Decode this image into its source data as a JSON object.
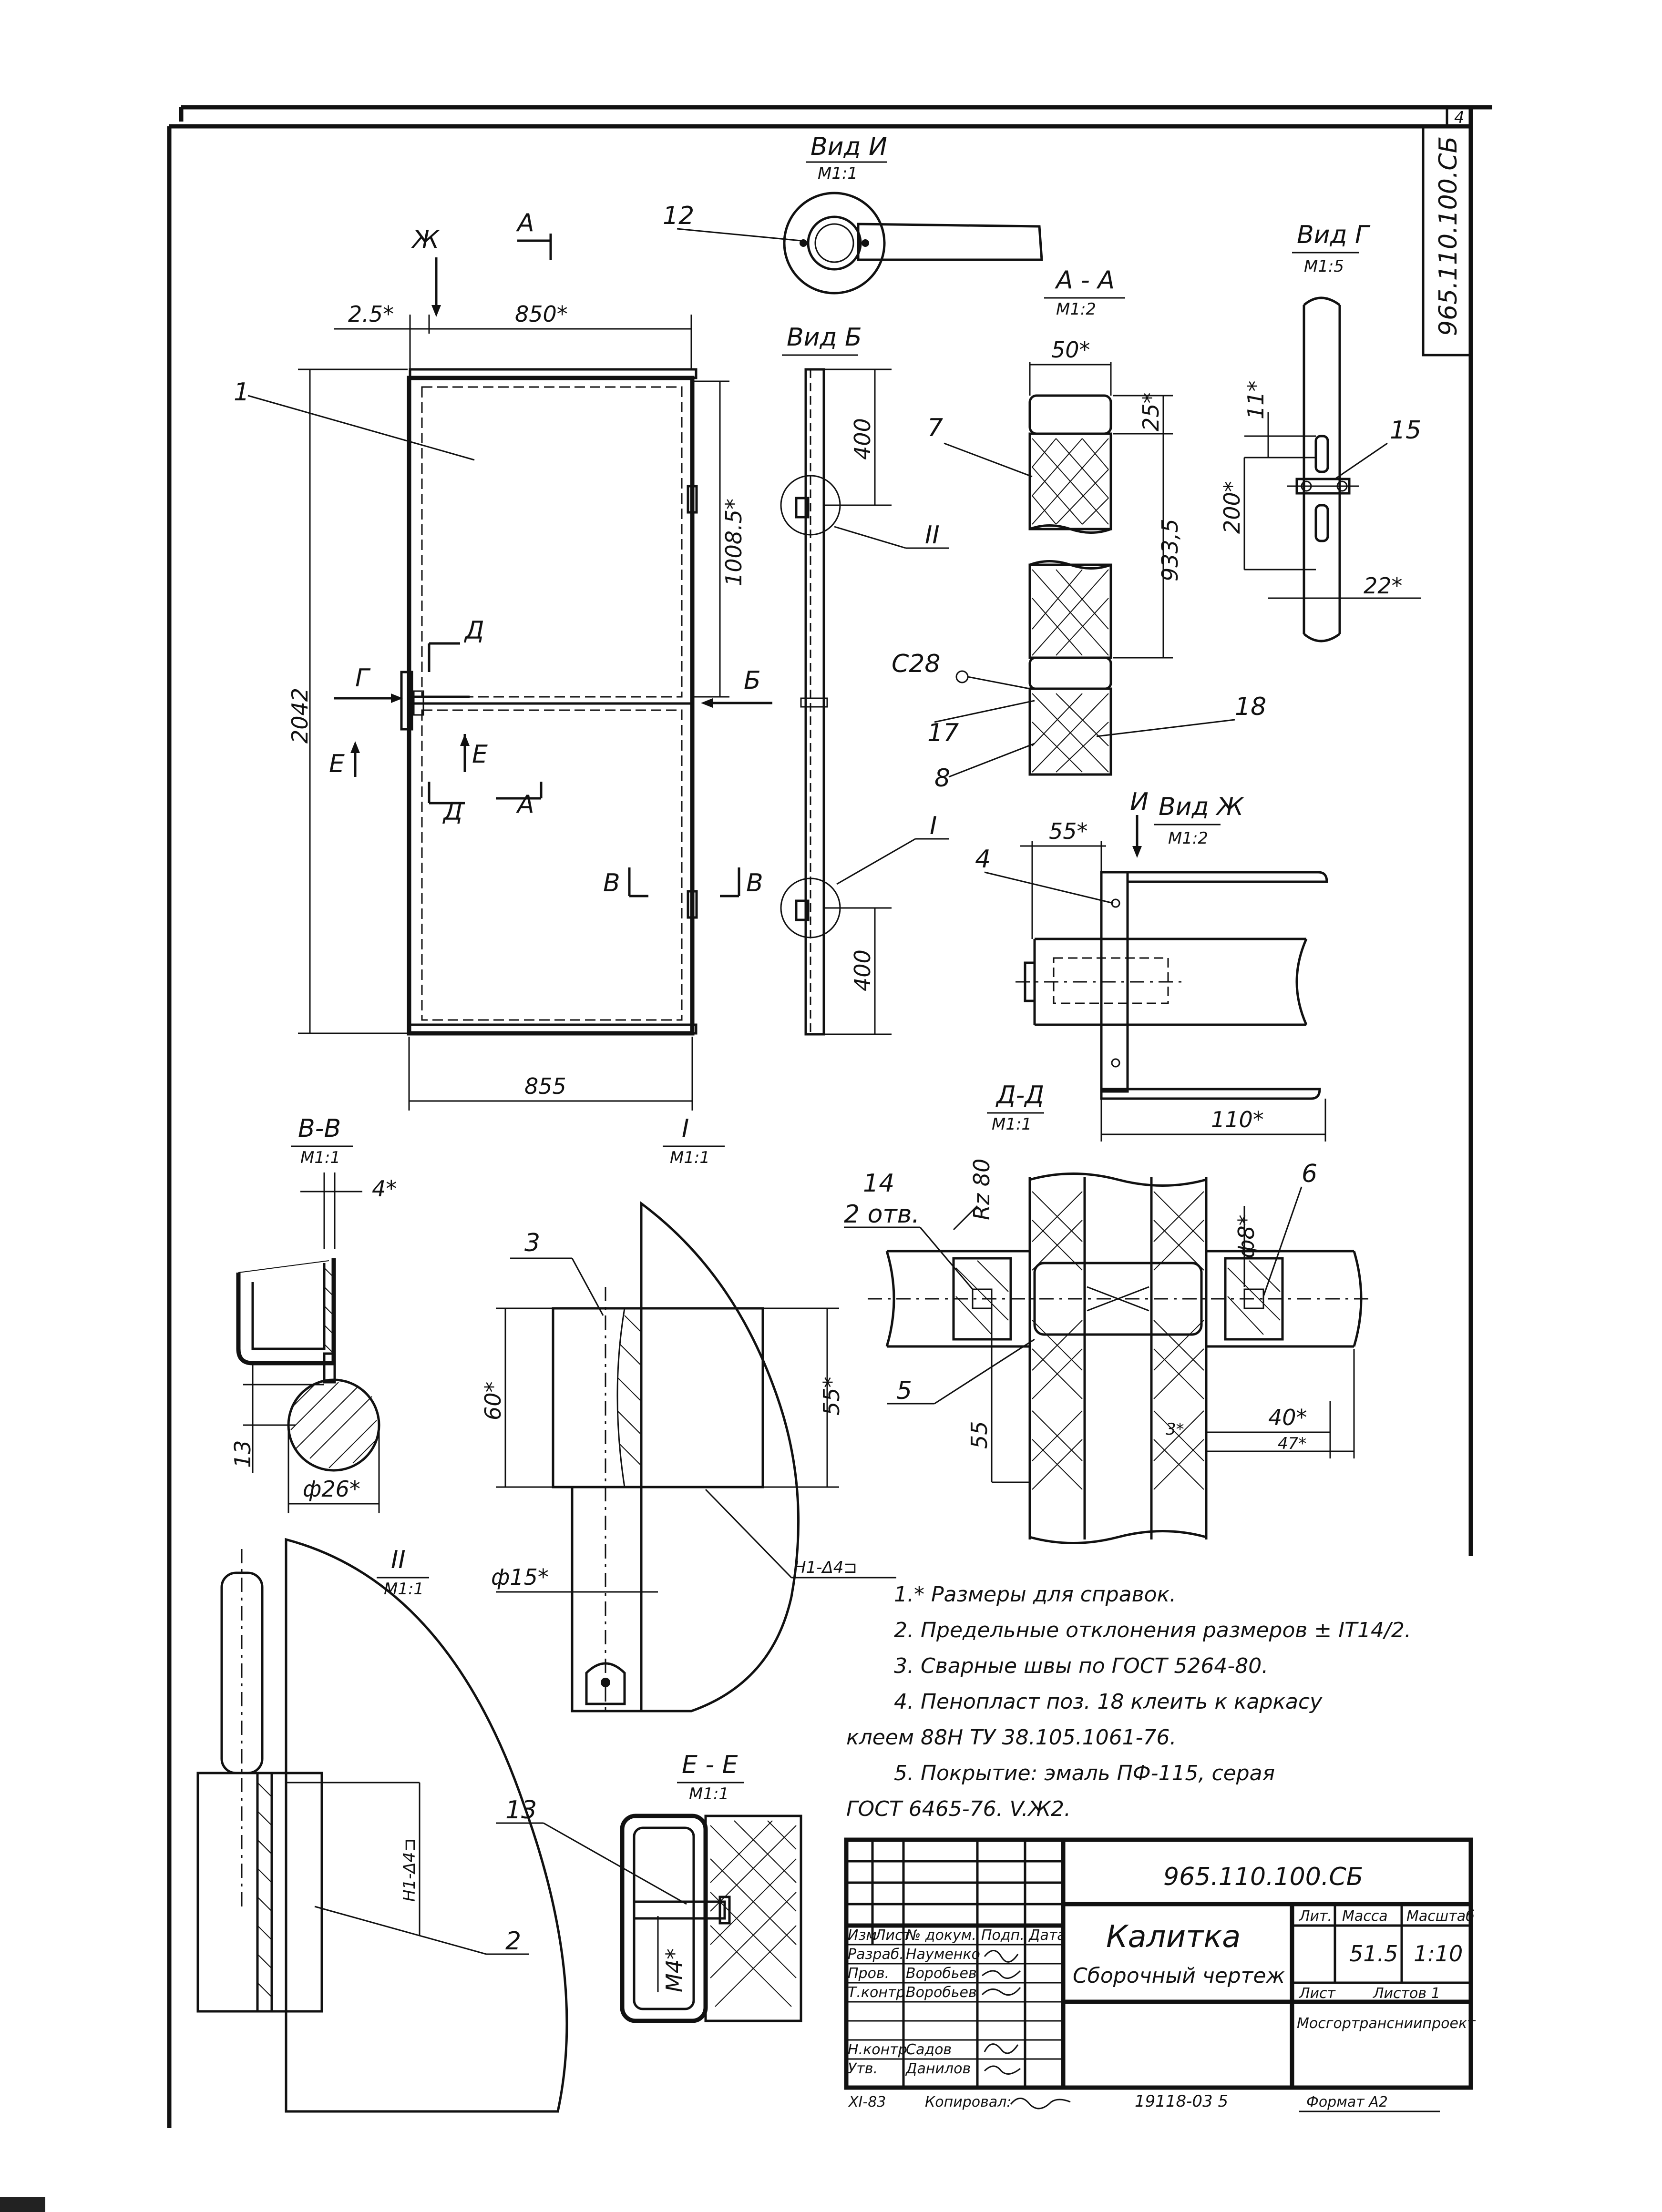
{
  "sheet": {
    "number": "4",
    "code_vertical": "965.110.100.СБ"
  },
  "main_view": {
    "dims": {
      "left_offset": "2.5*",
      "width_top": "850*",
      "height": "2042",
      "width_bottom": "855",
      "upper_panel": "1008.5*"
    },
    "section_marks": {
      "zh": "Ж",
      "a_top": "А",
      "g": "Г",
      "d_top": "Д",
      "b": "Б",
      "e_left": "Е",
      "e_right": "Е",
      "d_bottom": "Д",
      "a_bottom": "А",
      "v_left": "В",
      "v_right": "В"
    },
    "part_callouts": {
      "p1": "1"
    }
  },
  "view_b": {
    "title": "Вид Б",
    "dim_top": "400",
    "dim_bottom": "400",
    "detail_2": "II",
    "detail_1": "I"
  },
  "view_i": {
    "title": "Вид И",
    "scale": "М1:1",
    "callout": "12"
  },
  "section_aa": {
    "title": "А - А",
    "scale": "М1:2",
    "dim_width": "50*",
    "dim_top": "25*",
    "dim_height": "933,5",
    "weld": "С28",
    "callouts": [
      "7",
      "17",
      "8",
      "18"
    ]
  },
  "view_g": {
    "title": "Вид Г",
    "scale": "М1:5",
    "dim_11": "11*",
    "dim_200": "200*",
    "dim_22": "22*",
    "callout": "15"
  },
  "view_zh": {
    "title": "Вид Ж",
    "scale": "М1:2",
    "dim_55": "55*",
    "dim_110": "110*",
    "mark_i": "И",
    "callout": "4"
  },
  "section_vv": {
    "title": "В-В",
    "scale": "М1:1",
    "dim_4": "4*",
    "dim_13": "13",
    "dim_dia": "ф26*"
  },
  "detail_1": {
    "title": "I",
    "scale": "М1:1",
    "callout": "3",
    "dim_60": "60*",
    "dim_55": "55*",
    "dim_15": "ф15*",
    "weld": "Н1-Δ4⊐"
  },
  "section_dd": {
    "title": "Д-Д",
    "scale": "М1:1",
    "hole_label": "14",
    "hole_count": "2 отв.",
    "roughness": "Rz 80",
    "dim_8": "ф8*",
    "callout_6": "6",
    "callout_5": "5",
    "dim_55": "55",
    "dim_40": "40*",
    "dim_47": "47*",
    "dim_3": "3*"
  },
  "detail_2": {
    "title": "II",
    "scale": "М1:1",
    "callout": "2",
    "weld": "Н1-Δ4⊐"
  },
  "section_ee": {
    "title": "Е - Е",
    "scale": "М1:1",
    "callout": "13",
    "dim_m4": "М4*"
  },
  "notes": [
    "1.* Размеры для справок.",
    "2. Предельные отклонения размеров ± IT14/2.",
    "3. Сварные швы по ГОСТ 5264-80.",
    "4. Пенопласт поз. 18 клеить к каркасу",
    "клеем 88Н  ТУ 38.105.1061-76.",
    "5. Покрытие:  эмаль ПФ-115,  серая",
    "ГОСТ 6465-76. V.Ж2."
  ],
  "title_block": {
    "code": "965.110.100.СБ",
    "product": "Калитка",
    "doc_type": "Сборочный чертеж",
    "col_headers": [
      "Изм",
      "Лист",
      "№ докум.",
      "Подп.",
      "Дата"
    ],
    "lit_header": "Лит.",
    "mass_header": "Масса",
    "scale_header": "Масштаб",
    "mass": "51.5",
    "scale": "1:10",
    "sheet_label": "Лист",
    "sheets_label": "Листов 1",
    "org": "Мосгортрансниипроект",
    "roles": [
      {
        "role": "Разраб.",
        "name": "Науменко"
      },
      {
        "role": "Пров.",
        "name": "Воробьев"
      },
      {
        "role": "Т.контр.",
        "name": "Воробьев"
      },
      {
        "role": "Н.контр.",
        "name": "Садов"
      },
      {
        "role": "Утв.",
        "name": "Данилов"
      }
    ],
    "date_left": "XI-83",
    "copied_label": "Копировал:",
    "inventory": "19118-03   5",
    "format": "Формат А2"
  }
}
